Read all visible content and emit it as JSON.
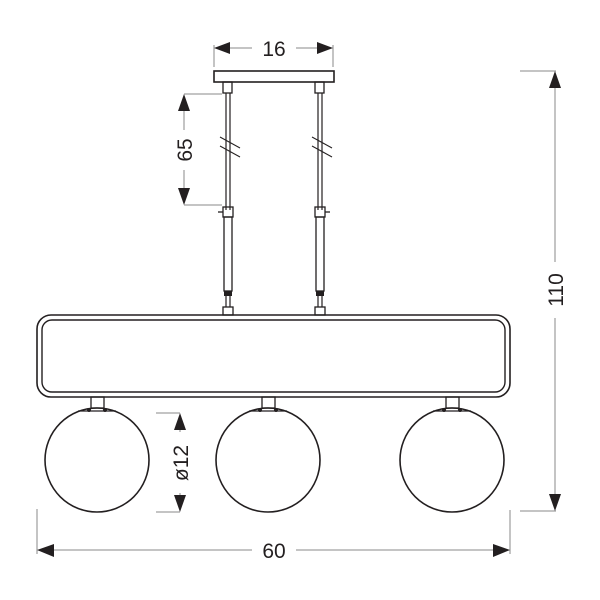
{
  "diagram": {
    "type": "pendant-lamp-dimension-drawing",
    "line_color": "#231f20",
    "dimension_line_color": "#8a8a8a",
    "dimensions": {
      "canopy_width": {
        "label": "16",
        "value": 16
      },
      "cable_length": {
        "label": "65",
        "value": 65
      },
      "total_height": {
        "label": "110",
        "value": 110
      },
      "total_width": {
        "label": "60",
        "value": 60
      },
      "globe_diameter": {
        "label": "ø12",
        "value": 12
      }
    },
    "components": {
      "canopy": "ceiling-canopy",
      "rods": 2,
      "frame": "rounded-rectangular-frame",
      "globes": 3
    }
  }
}
